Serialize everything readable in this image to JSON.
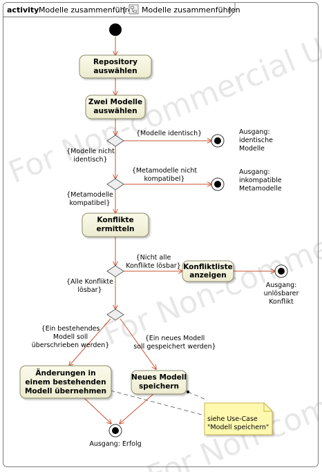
{
  "frame": {
    "keyword": "activity",
    "name": "Modelle zusammenführen",
    "ref_name": "Modelle zusammenführen",
    "bracket_open": "[",
    "bracket_close": "]"
  },
  "watermark": "For Non-commercial Use",
  "nodes": {
    "repository": [
      "Repository",
      "auswählen"
    ],
    "zwei_modelle": [
      "Zwei Modelle",
      "auswählen"
    ],
    "konflikte": [
      "Konflikte",
      "ermitteln"
    ],
    "konfliktliste": [
      "Konfliktliste",
      "anzeigen"
    ],
    "aenderungen": [
      "Änderungen in",
      "einem bestehenden",
      "Modell übernehmen"
    ],
    "neues_modell": [
      "Neues Modell",
      "speichern"
    ]
  },
  "guards": {
    "identisch": [
      "{Modelle identisch}"
    ],
    "nicht_identisch": [
      "{Modelle nicht",
      "identisch}"
    ],
    "meta_nicht": [
      "{Metamodelle nicht",
      "kompatibel}"
    ],
    "meta_kompatibel": [
      "{Metamodelle",
      "kompatibel}"
    ],
    "nicht_alle": [
      "{Nicht alle",
      "Konflikte lösbar}"
    ],
    "alle": [
      "{Alle Konflikte",
      "lösbar}"
    ],
    "ueberschreiben": [
      "{Ein bestehendes",
      "Modell soll",
      "überschrieben werden}"
    ],
    "neu_speichern": [
      "{Ein neues Modell",
      "soll gespeichert werden}"
    ]
  },
  "exits": {
    "identisch": [
      "Ausgang:",
      "identische",
      "Modelle"
    ],
    "inkompatibel": [
      "Ausgang:",
      "inkompatible",
      "Metamodelle"
    ],
    "konflikt": [
      "Ausgang:",
      "unlösbarer",
      "Konflikt"
    ],
    "erfolg": [
      "Ausgang: Erfolg"
    ]
  },
  "note": [
    "siehe Use-Case",
    "\"Modell speichern\""
  ],
  "colors": {
    "flow": "#c8502e",
    "action_fill": "#f7f5dc",
    "action_stroke": "#8c8a6a",
    "note_fill": "#fff9b0",
    "note_stroke": "#c9b24a",
    "decision_fill": "#eeeeee"
  }
}
